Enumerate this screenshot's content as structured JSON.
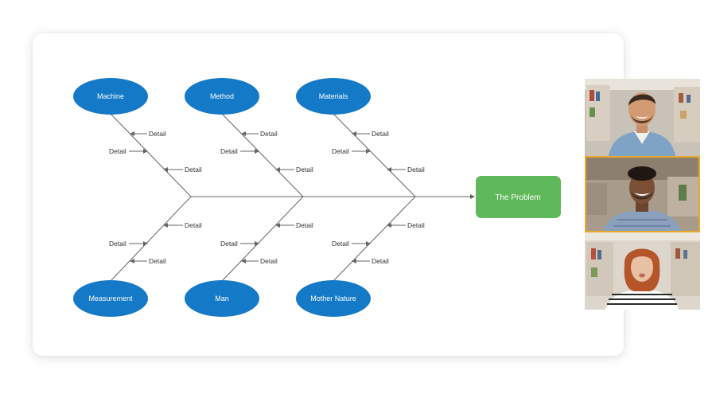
{
  "diagram": {
    "problem": "The Problem",
    "categories_top": [
      {
        "label": "Machine",
        "details": [
          "Detail",
          "Detail",
          "Detail"
        ]
      },
      {
        "label": "Method",
        "details": [
          "Detail",
          "Detail",
          "Detail"
        ]
      },
      {
        "label": "Materials",
        "details": [
          "Detail",
          "Detail",
          "Detail"
        ]
      }
    ],
    "categories_bottom": [
      {
        "label": "Measurement",
        "details": [
          "Detail",
          "Detail",
          "Detail"
        ]
      },
      {
        "label": "Man",
        "details": [
          "Detail",
          "Detail",
          "Detail"
        ]
      },
      {
        "label": "Mother Nature",
        "details": [
          "Detail",
          "Detail",
          "Detail"
        ]
      }
    ]
  },
  "colors": {
    "category_fill": "#1479c7",
    "problem_fill": "#5fb85a",
    "line": "#666666",
    "active_tile_border": "#e9a92b"
  },
  "video_call": {
    "participants": [
      {
        "icon": "participant-man-smiling-avatar",
        "active": false
      },
      {
        "icon": "participant-man-curly-avatar",
        "active": true
      },
      {
        "icon": "participant-woman-redhair-avatar",
        "active": false
      }
    ]
  }
}
